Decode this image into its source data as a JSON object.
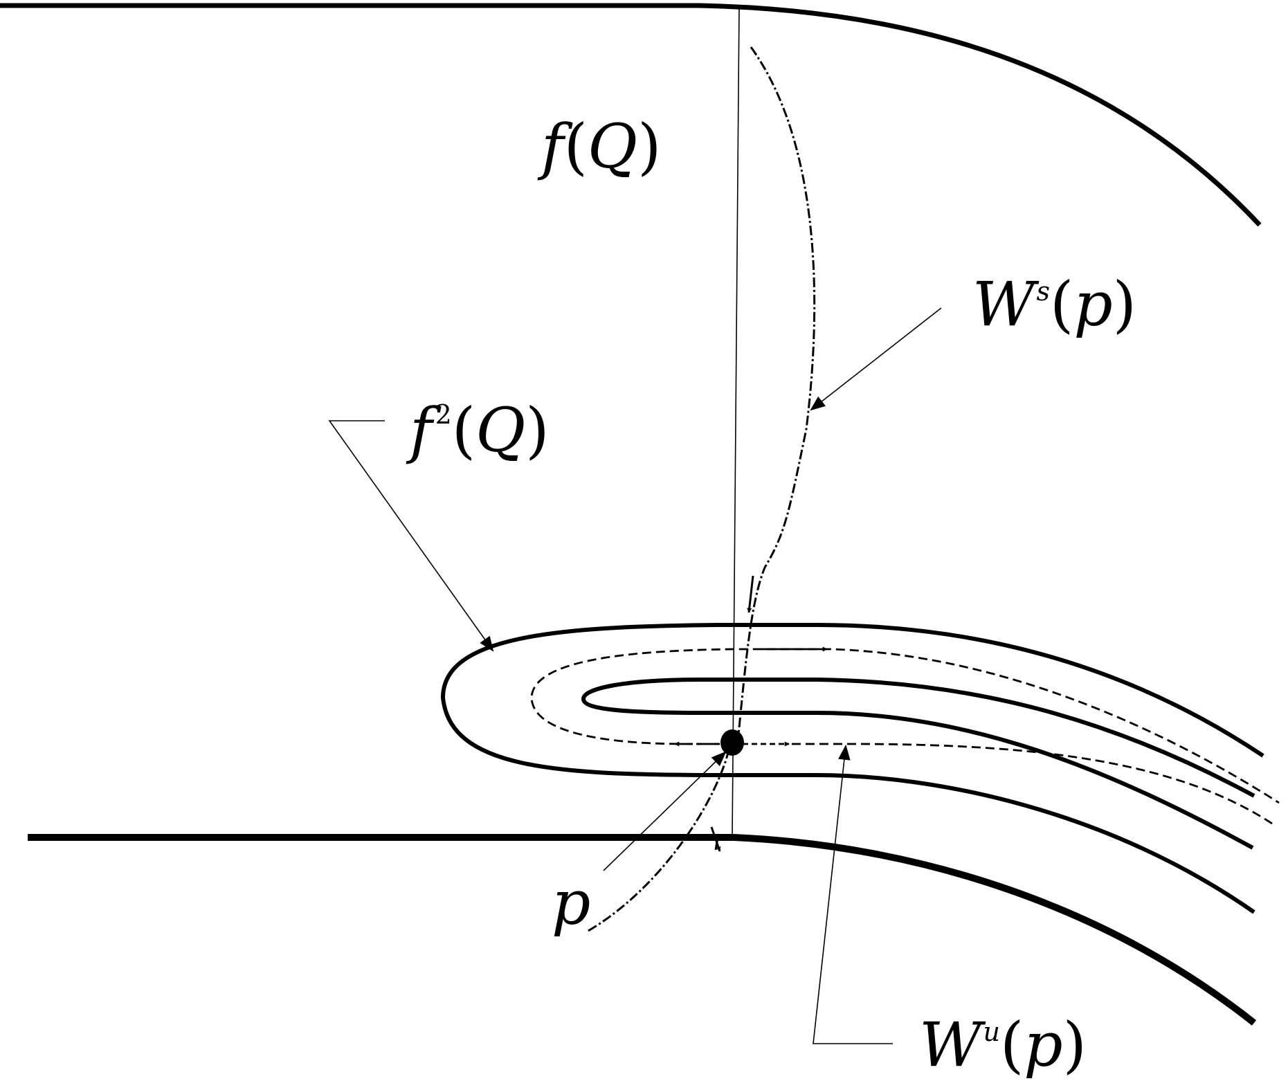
{
  "labels": {
    "fq": {
      "f": "f",
      "open": "(",
      "q": "Q",
      "close": ")"
    },
    "f2q": {
      "f": "f",
      "sup": "2",
      "open": "(",
      "q": "Q",
      "close": ")"
    },
    "ws": {
      "w": "W",
      "sup": "s",
      "open": "(",
      "p": "p",
      "close": ")"
    },
    "wu": {
      "w": "W",
      "sup": "u",
      "open": "(",
      "p": "p",
      "close": ")"
    },
    "p": "p"
  },
  "colors": {
    "stroke": "#000000",
    "background": "#ffffff"
  }
}
